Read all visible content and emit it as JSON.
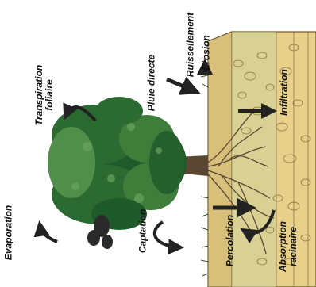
{
  "labels": {
    "ruissellement": "Ruissellement",
    "erosion": "Erosion",
    "pluie_directe": "Pluie directe",
    "transpiration_1": "Transpiration",
    "transpiration_2": "foliaire",
    "infiltration": "Infiltration",
    "evaporation": "Evaporation",
    "captation": "Captation",
    "percolation": "Percolation",
    "absorption_1": "Absorption",
    "absorption_2": "racinaire"
  },
  "colors": {
    "foliage_dark": "#1f5a2a",
    "foliage_light": "#4f8f4a",
    "trunk": "#5a4632",
    "soil": "#e8cf8a",
    "soil_dark": "#b89a55",
    "stone": "#d9cfa8",
    "arrow": "#222222"
  }
}
